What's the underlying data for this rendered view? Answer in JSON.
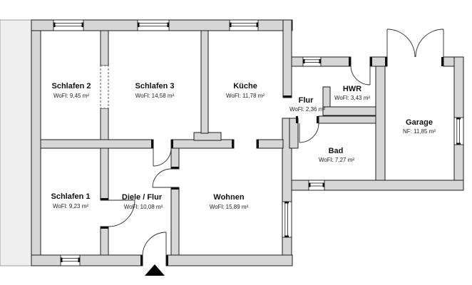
{
  "plan": {
    "rooms": [
      {
        "id": "schlafen2",
        "name": "Schlafen 2",
        "area": "WoFl: 9,45 m²"
      },
      {
        "id": "schlafen3",
        "name": "Schlafen 3",
        "area": "WoFl: 14,58 m²"
      },
      {
        "id": "kueche",
        "name": "Küche",
        "area": "WoFl: 11,78 m²"
      },
      {
        "id": "flur",
        "name": "Flur",
        "area": "WoFl: 2,36 m²"
      },
      {
        "id": "hwr",
        "name": "HWR",
        "area": "WoFl: 3,43 m²"
      },
      {
        "id": "garage",
        "name": "Garage",
        "area": "NF: 11,85 m²"
      },
      {
        "id": "bad",
        "name": "Bad",
        "area": "WoFl: 7,27 m²"
      },
      {
        "id": "schlafen1",
        "name": "Schlafen 1",
        "area": "WoFl: 9,23 m²"
      },
      {
        "id": "diele",
        "name": "Diele / Flur",
        "area": "WoFl: 10,08 m²"
      },
      {
        "id": "wohnen",
        "name": "Wohnen",
        "area": "WoFl: 15,89 m²"
      }
    ],
    "colors": {
      "wall_fill": "#d6d6d6",
      "wall_stroke": "#1c1c1c",
      "terrain": "#efefef",
      "entry_marker": "#000000"
    }
  }
}
